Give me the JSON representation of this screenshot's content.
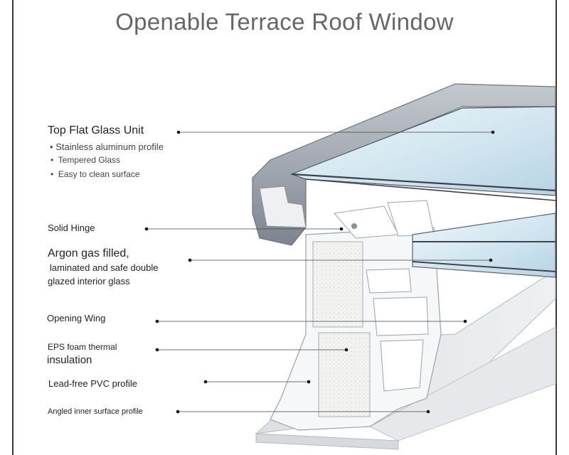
{
  "title": "Openable Terrace Roof Window",
  "labels": {
    "top_glass": {
      "heading": "Top Flat Glass Unit",
      "items": [
        "Stainless aluminum profile",
        "Tempered Glass",
        "Easy to clean surface"
      ]
    },
    "solid_hinge": "Solid Hinge",
    "argon": {
      "line1": "Argon gas filled,",
      "line2": "laminated and safe double",
      "line3": "glazed interior glass"
    },
    "opening_wing": "Opening Wing",
    "eps": {
      "line1": "EPS foam thermal",
      "line2": "insulation"
    },
    "pvc": "Lead-free PVC profile",
    "angled": "Angled inner surface profile"
  },
  "bullet_glyph": "•"
}
